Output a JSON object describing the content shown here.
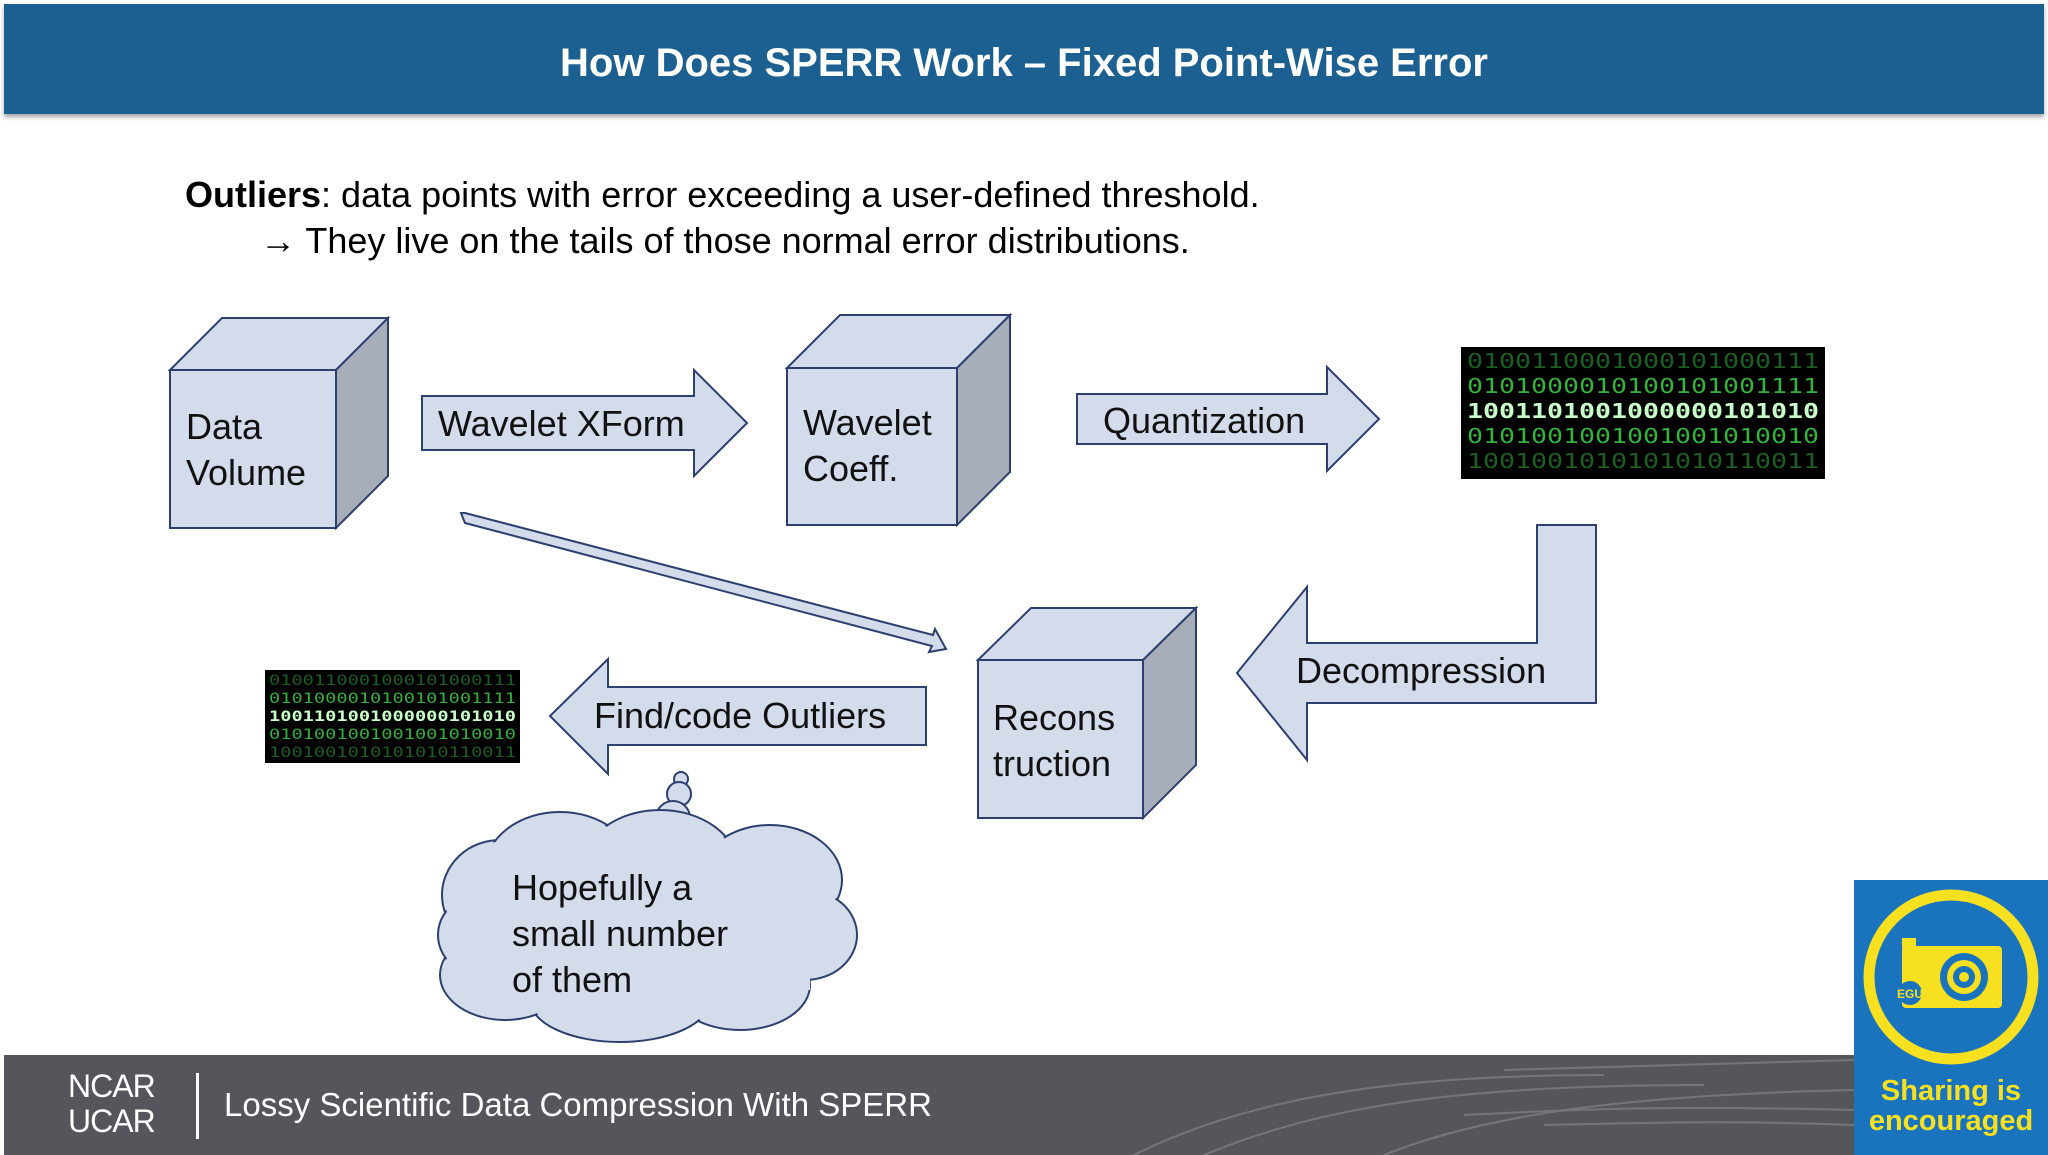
{
  "header": {
    "title": "How Does SPERR Work – Fixed Point-Wise Error"
  },
  "intro": {
    "term": "Outliers",
    "definition": ": data points with error exceeding a user-defined threshold.",
    "arrow": "→",
    "note": "They live on the tails of those normal error distributions."
  },
  "diagram": {
    "data_volume": [
      "Data",
      "Volume"
    ],
    "wavelet_xform": "Wavelet XForm",
    "wavelet_coeff": [
      "Wavelet",
      "Coeff."
    ],
    "quantization": "Quantization",
    "decompression": "Decompression",
    "reconstruction": [
      "Recons",
      "truction"
    ],
    "find_outliers": "Find/code Outliers",
    "thought": [
      "Hopefully a",
      "small number",
      "of them"
    ],
    "binary_rows": [
      "0100110001000101000111",
      "0101000010100101001111",
      "1001101001000000101010",
      "0101001001001001010010",
      "1001001010101010110011"
    ],
    "colors": {
      "header": "#1b6090",
      "shape_fill": "#d4dcec",
      "shape_side": "#a8adba",
      "shape_stroke": "#2d3f6e",
      "binary_green": "#3ecf4a",
      "footer": "#54565b",
      "badge_blue": "#1a74bd",
      "badge_yellow": "#f7e020"
    }
  },
  "footer": {
    "logo_line1": "NCAR",
    "logo_line2": "UCAR",
    "title": "Lossy Scientific Data Compression With SPERR"
  },
  "badge": {
    "line1": "Sharing is",
    "line2": "encouraged",
    "icon": "camera-icon",
    "mini_label": "EGU"
  }
}
